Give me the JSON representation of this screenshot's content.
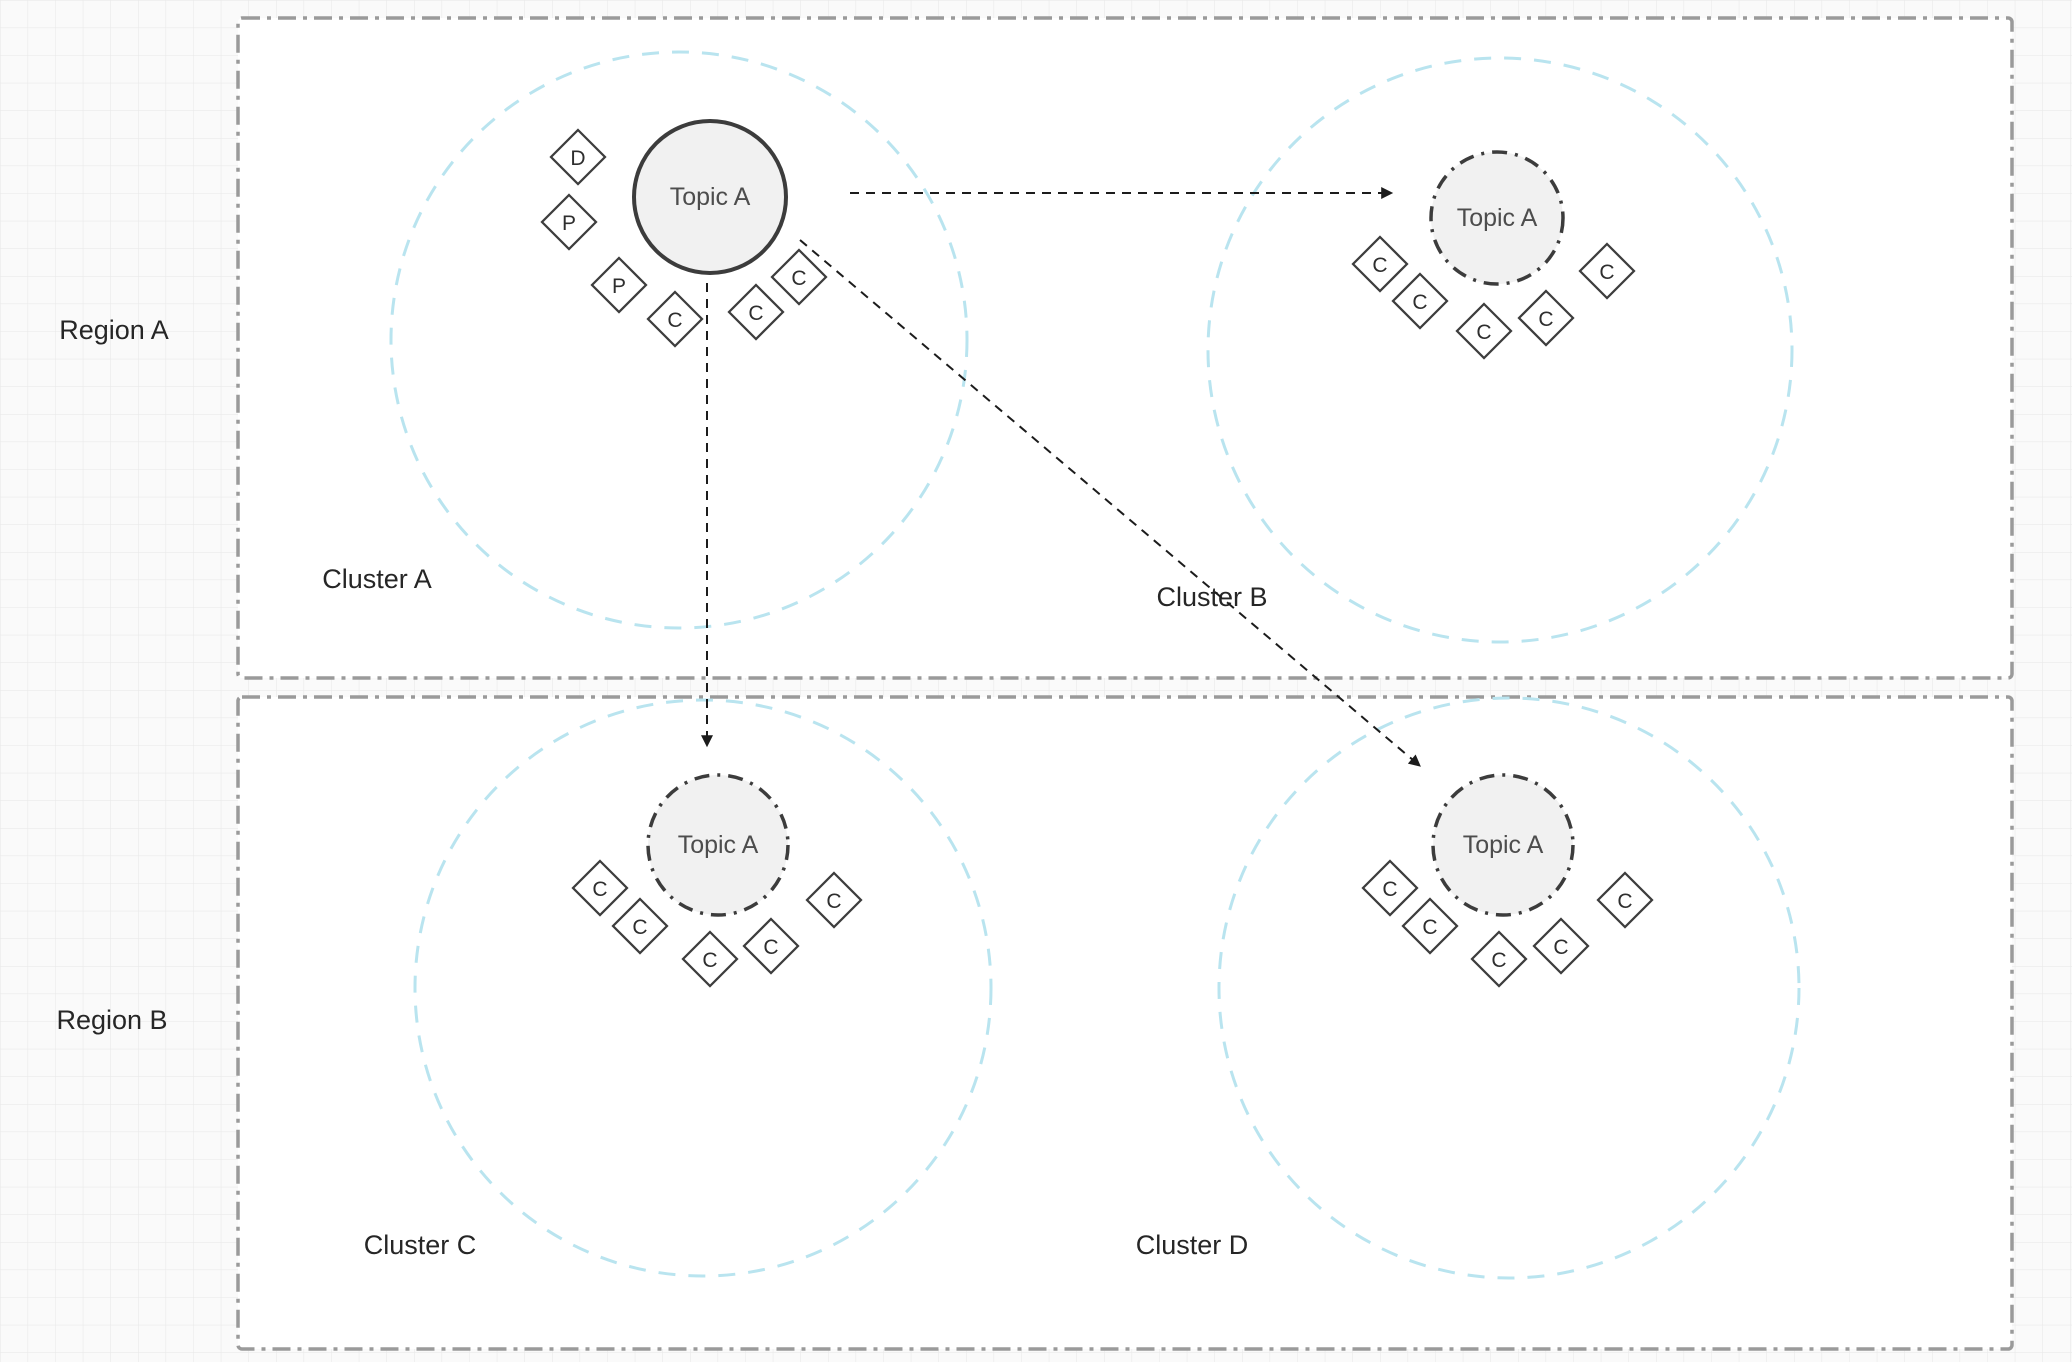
{
  "regions": [
    {
      "label": "Region A"
    },
    {
      "label": "Region B"
    }
  ],
  "clusters": [
    {
      "label": "Cluster A",
      "region": "Region A",
      "topic": {
        "label": "Topic A",
        "style": "primary"
      },
      "badges": [
        "D",
        "P",
        "P",
        "C",
        "C",
        "C"
      ]
    },
    {
      "label": "Cluster B",
      "region": "Region A",
      "topic": {
        "label": "Topic A",
        "style": "replica"
      },
      "badges": [
        "C",
        "C",
        "C",
        "C",
        "C"
      ]
    },
    {
      "label": "Cluster C",
      "region": "Region B",
      "topic": {
        "label": "Topic A",
        "style": "replica"
      },
      "badges": [
        "C",
        "C",
        "C",
        "C",
        "C"
      ]
    },
    {
      "label": "Cluster D",
      "region": "Region B",
      "topic": {
        "label": "Topic A",
        "style": "replica"
      },
      "badges": [
        "C",
        "C",
        "C",
        "C",
        "C"
      ]
    }
  ],
  "arrows": [
    {
      "from": "Cluster A / Topic A",
      "to": "Cluster B / Topic A",
      "style": "dashed"
    },
    {
      "from": "Cluster A / Topic A",
      "to": "Cluster C / Topic A",
      "style": "dashed"
    },
    {
      "from": "Cluster A / Topic A",
      "to": "Cluster D / Topic A",
      "style": "dashed"
    }
  ],
  "colors": {
    "canvas_bg": "#fafafa",
    "grid_line": "#e7e7e7",
    "region_fill": "#ffffff",
    "region_border": "#9a9a9a",
    "cluster_border": "#b9e4ef",
    "topic_fill": "#f1f1f1",
    "topic_border": "#3c3c3c",
    "badge_fill": "#ffffff",
    "badge_border": "#3d3d3d",
    "arrow": "#1c1c1c",
    "label_text": "#262626",
    "topic_text": "#4d4d4d"
  }
}
